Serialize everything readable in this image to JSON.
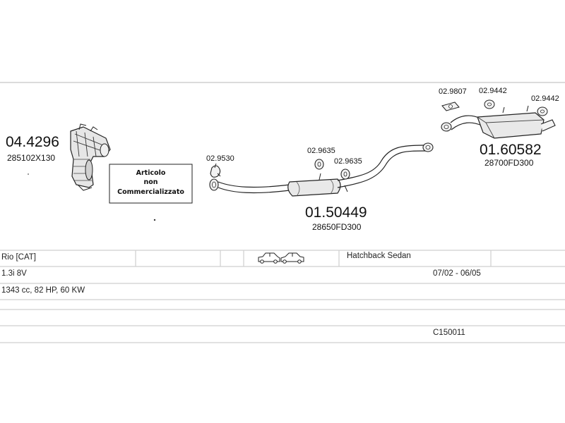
{
  "parts": {
    "manifold": {
      "code": "04.4296",
      "oem": "285102X130"
    },
    "notice": {
      "line1": "Articolo",
      "line2": "non",
      "line3": "Commercializzato"
    },
    "clamp_front": {
      "code": "02.9530"
    },
    "clamp_mid_a": {
      "code": "02.9635"
    },
    "clamp_mid_b": {
      "code": "02.9635"
    },
    "middle_silencer": {
      "code": "01.50449",
      "oem": "28650FD300"
    },
    "gasket_rear": {
      "code": "02.9807"
    },
    "hanger_rear_a": {
      "code": "02.9442"
    },
    "hanger_rear_b": {
      "code": "02.9442"
    },
    "rear_silencer": {
      "code": "01.60582",
      "oem": "28700FD300"
    }
  },
  "table": {
    "model": "Rio  [CAT]",
    "body_types": "Hatchback Sedan",
    "engine": "1.3i  8V",
    "years": "07/02 - 06/05",
    "specs": "1343 cc, 82 HP, 60 KW",
    "catalog_code": "C150011"
  },
  "icons": [
    "hatchback-car-icon",
    "sedan-car-icon"
  ]
}
